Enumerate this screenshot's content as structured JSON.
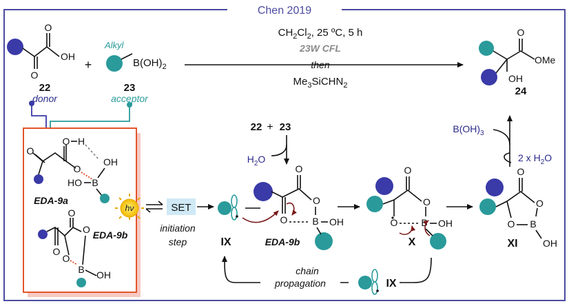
{
  "title": "Chen 2019",
  "top": {
    "cmpd22_label": "22",
    "cmpd22_role": "donor",
    "cmpd22_acid": "OH",
    "cmpd22_O1": "O",
    "cmpd22_O2": "O",
    "cmpd22_O3": "O",
    "plus": "+",
    "alkyl": "Alkyl",
    "boronic": "B(OH)",
    "boronic_sub": "2",
    "cmpd23_label": "23",
    "cmpd23_role": "acceptor",
    "cond1": "CH",
    "cond1_sub": "2",
    "cond1b": "Cl",
    "cond1b_sub": "2",
    "cond1c": ", 25 ºC, 5 h",
    "cond2": "23W CFL",
    "cond3": "then",
    "cond4a": "Me",
    "cond4a_sub": "3",
    "cond4b": "SiCHN",
    "cond4b_sub": "2",
    "prod_O": "O",
    "prod_OMe": "OMe",
    "prod_OH": "OH",
    "prod_label": "24"
  },
  "eda": {
    "eda9a": "EDA-9a",
    "eda9b": "EDA-9b",
    "O": "O",
    "H": "H",
    "OH": "OH",
    "HO": "HO",
    "B": "B",
    "hv": "hν"
  },
  "mech": {
    "set": "SET",
    "init1": "initiation",
    "init2": "step",
    "r22": "22",
    "rplus": "+",
    "r23": "23",
    "h2o": "H",
    "h2o_sub": "2",
    "h2o_b": "O",
    "boh3": "B(OH)",
    "boh3_sub": "3",
    "twoh2o": "2 x H",
    "twoh2o_sub": "2",
    "twoh2o_b": "O",
    "IX": "IX",
    "EDA9b": "EDA-9b",
    "X": "X",
    "XI": "XI",
    "chain": "chain",
    "propagation": "propagation",
    "IX2": "IX",
    "O": "O",
    "B": "B",
    "OH": "OH"
  },
  "colors": {
    "navy": "#2a2a8a",
    "teal": "#2a9a9a",
    "frame": "#4a4aa0",
    "orange": "#e2552b",
    "set_bg": "#cfe9f5",
    "box_bg": "#f6c9c2"
  }
}
